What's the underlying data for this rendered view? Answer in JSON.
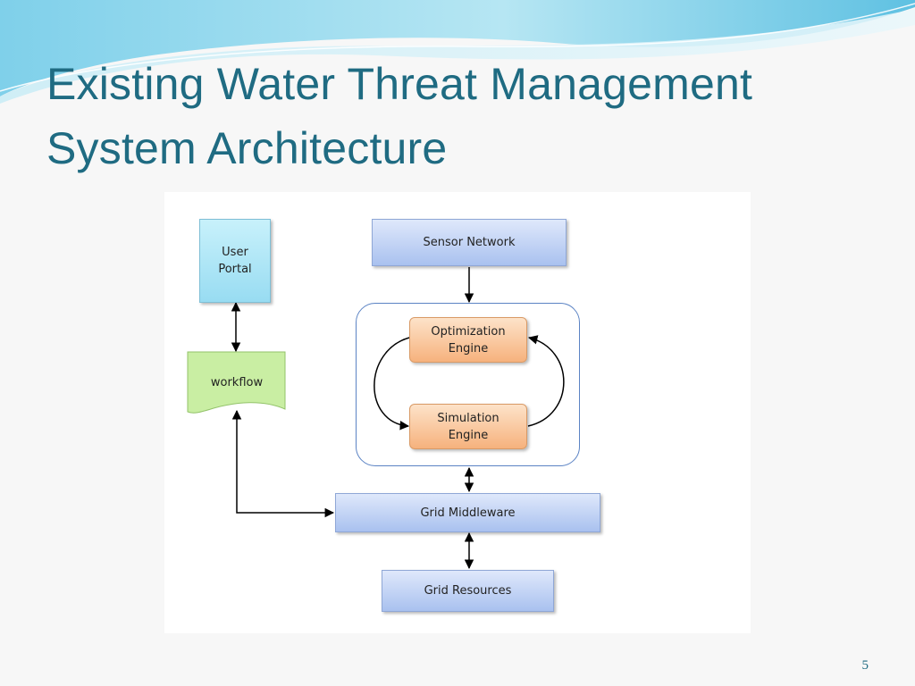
{
  "slide": {
    "title_line1": "Existing Water Threat Management",
    "title_line2": "System Architecture",
    "page_number": "5"
  },
  "diagram": {
    "user_portal_line1": "User",
    "user_portal_line2": "Portal",
    "workflow": "workflow",
    "sensor_network": "Sensor Network",
    "optimization_line1": "Optimization",
    "optimization_line2": "Engine",
    "simulation_line1": "Simulation",
    "simulation_line2": "Engine",
    "grid_middleware": "Grid Middleware",
    "grid_resources": "Grid Resources"
  },
  "colors": {
    "title": "#1f6b82",
    "blue_box": "#a9c1ef",
    "cyan_box": "#98dcf2",
    "orange_box": "#f6b27d",
    "workflow_box": "#c9eea3"
  }
}
